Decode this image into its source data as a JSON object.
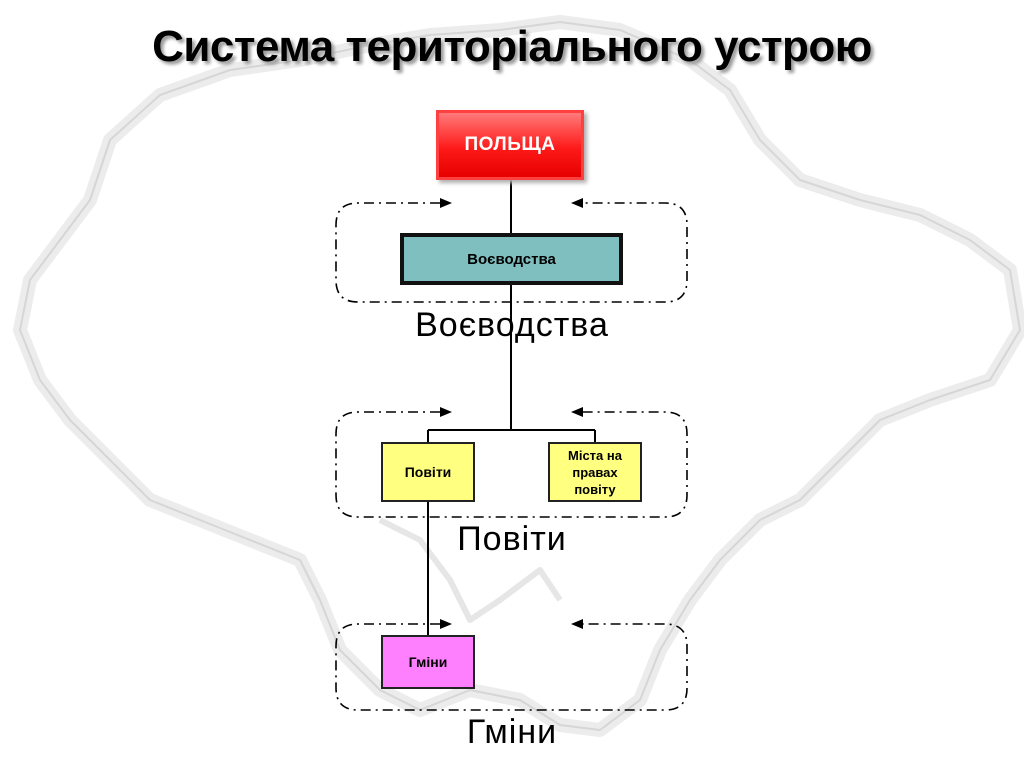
{
  "title": "Система територіального устрою",
  "nodes": {
    "root": "ПОЛЬЩА",
    "voivodeships": "Воєводства",
    "povits": "Повіти",
    "cities": "Міста на правах повіту",
    "gminy": "Гміни"
  },
  "level_labels": {
    "voivodeships": "Воєводства",
    "povits": "Повіти",
    "gminy": "Гміни"
  },
  "colors": {
    "root_fill": "#ff1a1a",
    "voivodeship_fill": "#7fbfbf",
    "povit_fill": "#ffff80",
    "gmina_fill": "#ff80ff",
    "map_outline": "#e4e4e4"
  }
}
